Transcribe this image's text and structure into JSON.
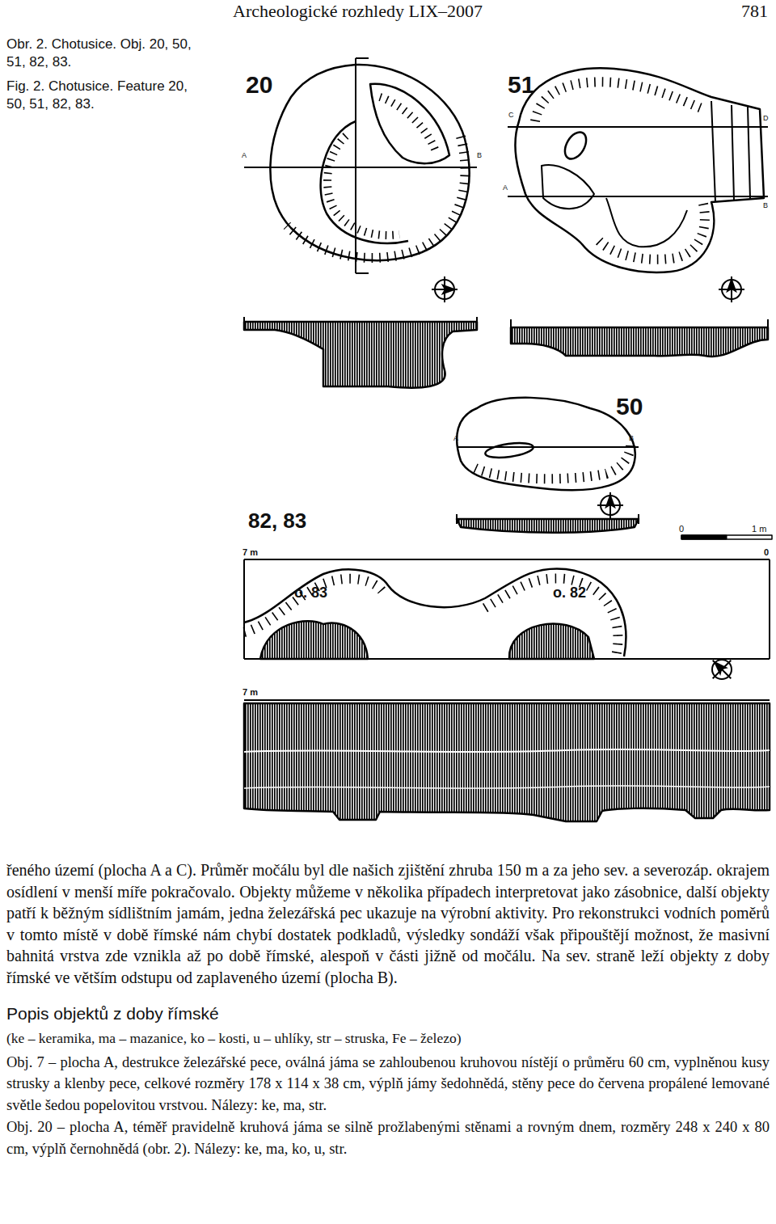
{
  "diagram": {
    "caption": "Obr. 2. Chotusice. Obj. 20, 50, 51, 82, 83.",
    "labels": [
      "Archeologické rozhledy LIX–2007",
      "781",
      "Fig. 2. Chotusice. Feature 20, 50, 51, 82, 83.",
      "20",
      "A",
      "B",
      "51",
      "C",
      "D",
      "A",
      "B",
      "50",
      "A",
      "B",
      "0",
      "1 m",
      "82, 83",
      "7 m",
      "0",
      "o. 83",
      "o. 82",
      "7 m",
      "řeného území (plocha A a C). Průměr močálu byl dle našich zjištění zhruba 150 m a za jeho sev. a severozáp. okrajem osídlení v menší míře pokračovalo. Objekty můžeme v několika případech interpretovat jako zásobnice, další objekty patří k běžným sídlištním jamám, jedna železářská pec ukazuje na výrobní aktivity. Pro rekonstrukci vodních poměrů v tomto místě v době římské nám chybí dostatek podkladů, výsledky sondáží však připouštějí možnost, že masivní bahnitá vrstva zde vznikla až po době římské, alespoň v části jižně od močálu. Na sev. straně leží objekty z doby římské ve větším odstupu od zaplaveného území (plocha B).",
      "Popis objektů z doby římské",
      "(ke – keramika, ma – mazanice, ko – kosti, u – uhlíky, str – struska, Fe – železo)",
      "Obj. 7 – plocha A, destrukce železářské pece, oválná jáma se zahloubenou kruhovou nístějí o průměru 60 cm, vyplněnou kusy strusky a klenby pece, celkové rozměry 178 x 114 x 38 cm, výplň jámy šedohnědá, stěny pece do červena propálené lemované světle šedou popelovitou vrstvou. Nálezy: ke, ma, str.",
      "Obj. 20 – plocha A, téměř pravidelně kruhová jáma se silně prožlabenými stěnami a rovným dnem, rozměry 248 x 240 x 80 cm, výplň černohnědá (obr. 2). Nálezy: ke, ma, ko, u, str."
    ]
  }
}
